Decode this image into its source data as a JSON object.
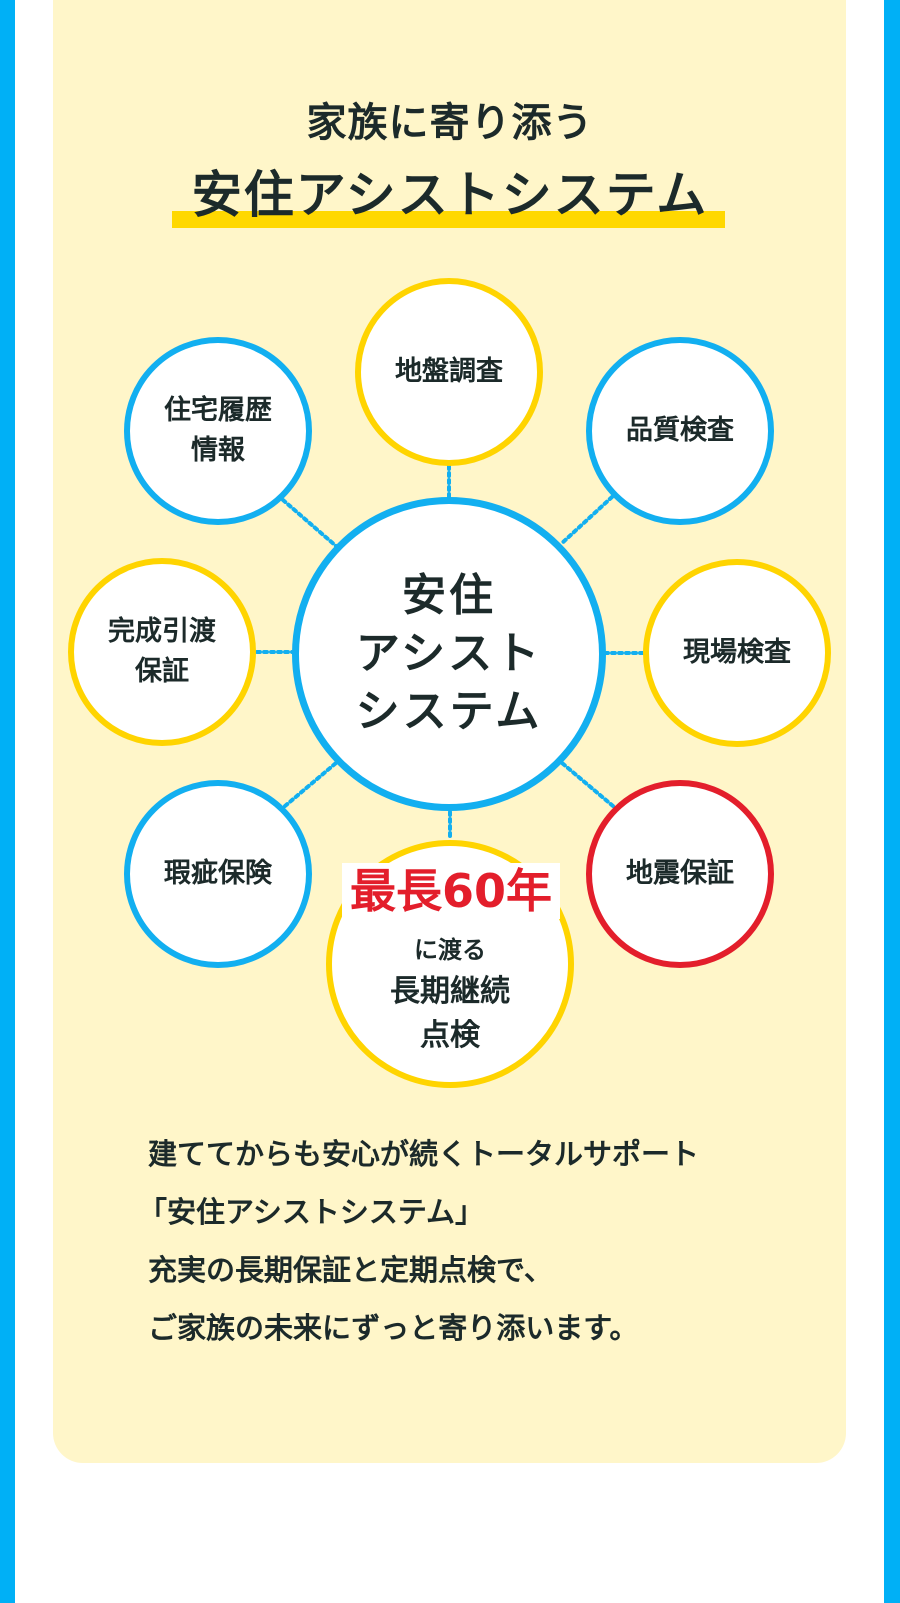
{
  "colors": {
    "side_bar": "#00b0f6",
    "card_bg": "#fff6c9",
    "blue_ring": "#12aff0",
    "yellow_ring": "#ffd400",
    "red_ring": "#e31e2b",
    "highlight_underline": "#ffd800",
    "emphasis_red": "#e31e2b",
    "text": "#1c2a2a"
  },
  "heading": {
    "line1": "家族に寄り添う",
    "line2": "安住アシストシステム"
  },
  "diagram": {
    "center": {
      "lines": [
        "安住",
        "アシスト",
        "システム"
      ],
      "ring_color": "blue"
    },
    "satellites": [
      {
        "id": "ground-survey",
        "lines": [
          "地盤調査"
        ],
        "ring_color": "yellow"
      },
      {
        "id": "quality-inspection",
        "lines": [
          "品質検査"
        ],
        "ring_color": "blue"
      },
      {
        "id": "site-inspection",
        "lines": [
          "現場検査"
        ],
        "ring_color": "yellow"
      },
      {
        "id": "earthquake-guarantee",
        "lines": [
          "地震保証"
        ],
        "ring_color": "red"
      },
      {
        "id": "long-term-inspection",
        "badge": "最長60年",
        "lines": [
          "に渡る",
          "長期継続",
          "点検"
        ],
        "ring_color": "yellow"
      },
      {
        "id": "defect-insurance",
        "lines": [
          "瑕疵保険"
        ],
        "ring_color": "blue"
      },
      {
        "id": "completion-guarantee",
        "lines": [
          "完成引渡",
          "保証"
        ],
        "ring_color": "yellow"
      },
      {
        "id": "housing-history",
        "lines": [
          "住宅履歴",
          "情報"
        ],
        "ring_color": "blue"
      }
    ]
  },
  "description": {
    "lines": [
      "建ててからも安心が続くトータルサポート",
      "「安住アシストシステム」",
      "充実の長期保証と定期点検で、",
      "ご家族の未来にずっと寄り添います。"
    ]
  }
}
